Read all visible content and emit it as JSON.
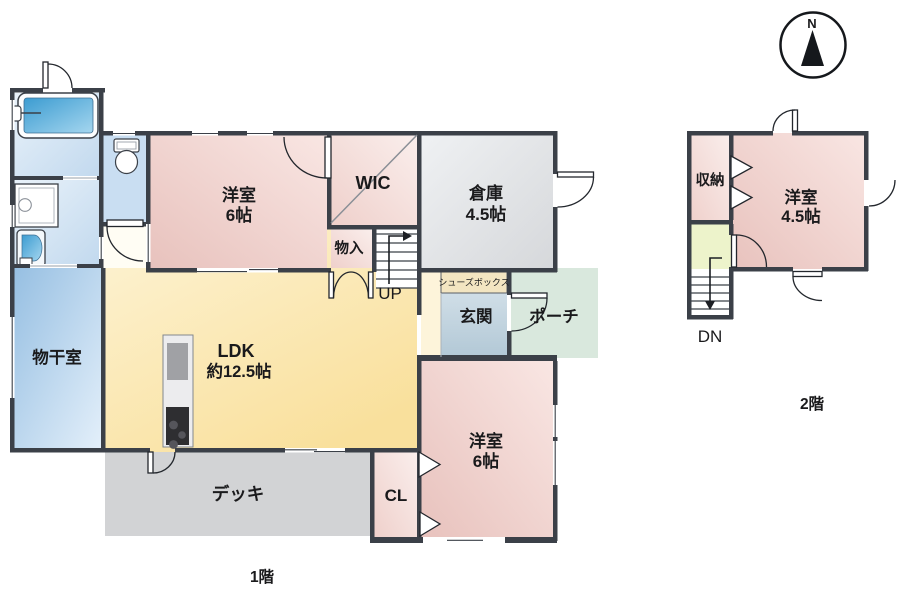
{
  "compass": {
    "north": "N"
  },
  "colors": {
    "wall": "#3b4048",
    "deck": "#d2d3d5",
    "porch": "#d9e8dd",
    "landing": "#edf3cb",
    "shoebox": "#f3e5c1",
    "toilet_floor": "#c9def2",
    "hallway": "#fffdf4",
    "hall_strip": "#fdf4da",
    "pink_room": "#f0cfca",
    "yellow_ldk": "#fae3a2",
    "gray_storage": "#dfe1e4",
    "blue_drying": "#a9cae8",
    "stairs_floor": "#ffffff"
  },
  "floor1": {
    "label": "1階",
    "bedroom_top": {
      "name": "洋室",
      "size": "6帖"
    },
    "wic": "WIC",
    "storage": {
      "name": "倉庫",
      "size": "4.5帖"
    },
    "closet_small": "物入",
    "stairs_up": "UP",
    "shoe_box": "シューズボックス",
    "entrance": "玄関",
    "porch": "ポーチ",
    "ldk": {
      "name": "LDK",
      "size": "約12.5帖"
    },
    "drying_room": "物干室",
    "bedroom_bottom": {
      "name": "洋室",
      "size": "6帖"
    },
    "closet_cl": "CL",
    "deck": "デッキ"
  },
  "floor2": {
    "label": "2階",
    "storage": "収納",
    "bedroom": {
      "name": "洋室",
      "size": "4.5帖"
    },
    "stairs_down": "DN"
  }
}
